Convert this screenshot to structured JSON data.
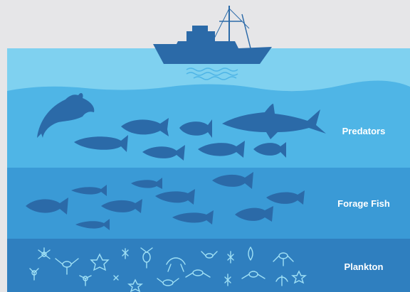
{
  "layers": {
    "predators": {
      "label": "Predators"
    },
    "forage_fish": {
      "label": "Forage Fish"
    },
    "plankton": {
      "label": "Plankton"
    }
  },
  "colors": {
    "background": "#e6e6e8",
    "sky_water": "#7fd1f0",
    "predator_zone": "#4fb5e6",
    "forage_zone": "#3a9ad6",
    "plankton_zone": "#2f7fbf",
    "silhouette": "#2b6aa8",
    "plankton_glyph": "#9fe0f5",
    "label_text": "#ffffff"
  },
  "icons": {
    "boat": "fishing-boat-icon",
    "predators": [
      "dolphin-icon",
      "shark-icon",
      "fish-icon"
    ],
    "forage": [
      "fish-icon"
    ],
    "plankton": [
      "zooplankton-icon",
      "copepod-icon",
      "starfish-larva-icon"
    ]
  }
}
